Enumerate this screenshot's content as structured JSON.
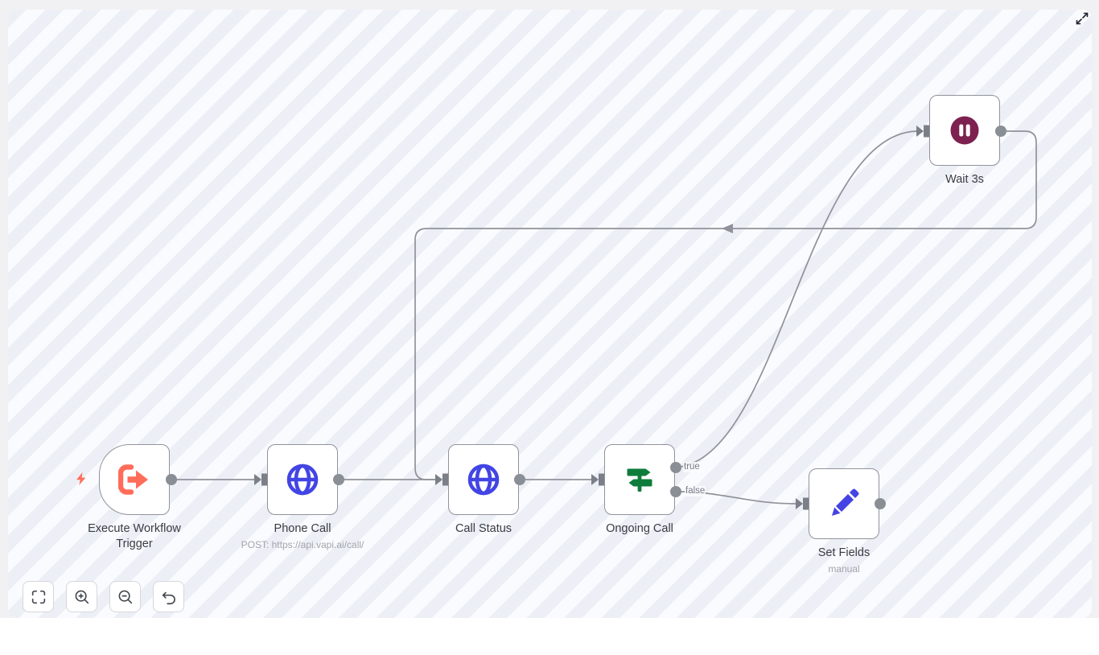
{
  "workflow": {
    "nodes": [
      {
        "name": "Execute Workflow Trigger"
      },
      {
        "name": "Phone Call",
        "subtitle": "POST: https://api.vapi.ai/call/"
      },
      {
        "name": "Call Status"
      },
      {
        "name": "Ongoing Call"
      },
      {
        "name": "Wait 3s"
      },
      {
        "name": "Set Fields",
        "subtitle": "manual"
      }
    ],
    "edge_labels": {
      "true": "true",
      "false": "false"
    }
  },
  "icons": {
    "trigger": "sign-out-arrow-icon",
    "phone_call": "globe-icon",
    "call_status": "globe-icon",
    "ongoing_call": "signpost-icon",
    "wait": "pause-circle-icon",
    "set_fields": "pencil-icon",
    "trigger_badge": "lightning-bolt-icon",
    "toolbar": [
      "fit-view-icon",
      "zoom-in-icon",
      "zoom-out-icon",
      "undo-icon"
    ],
    "top_right": "expand-icon"
  },
  "colors": {
    "trigger_accent": "#ff6d5a",
    "http_accent": "#4245e4",
    "switch_accent": "#0e7d3c",
    "wait_accent": "#7d2150",
    "edge": "#8f929a",
    "canvas_stripe": "#edeff6",
    "canvas_bg": "#fafbfe"
  }
}
